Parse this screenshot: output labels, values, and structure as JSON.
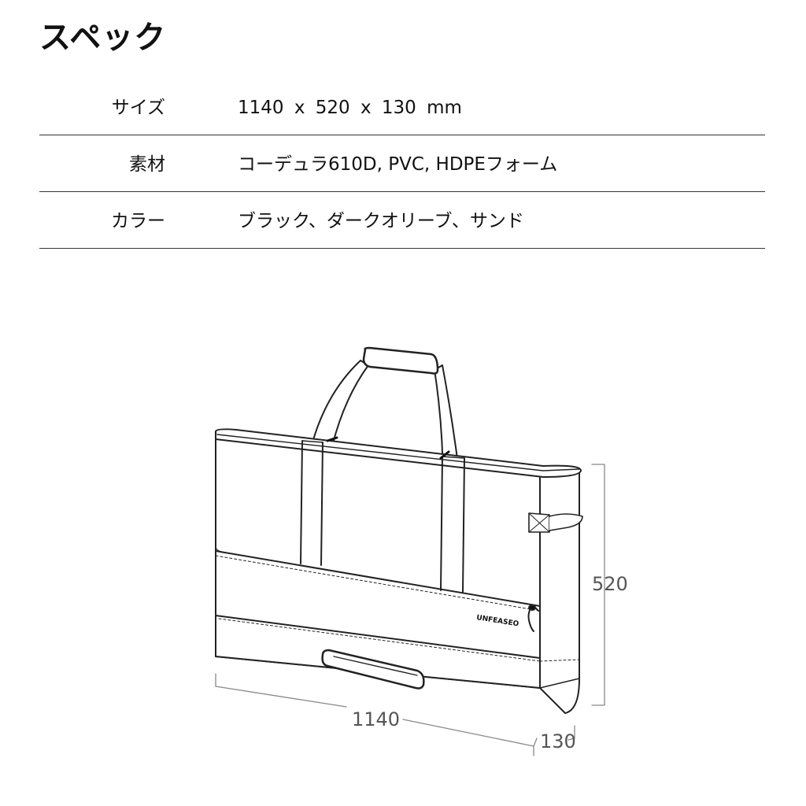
{
  "title": "スペック",
  "specs": [
    {
      "label": "サイズ",
      "value": "1140 x 520 x 130 mm"
    },
    {
      "label": "素材",
      "value": "コーデュラ610D, PVC, HDPEフォーム"
    },
    {
      "label": "カラー",
      "value": "ブラック、ダークオリーブ、サンド"
    }
  ],
  "diagram": {
    "brand_logo": "UNFEASEO",
    "dim_width": "1140",
    "dim_height": "520",
    "dim_depth": "130"
  },
  "colors": {
    "text": "#111111",
    "line": "#333333",
    "dimension": "#555555"
  }
}
